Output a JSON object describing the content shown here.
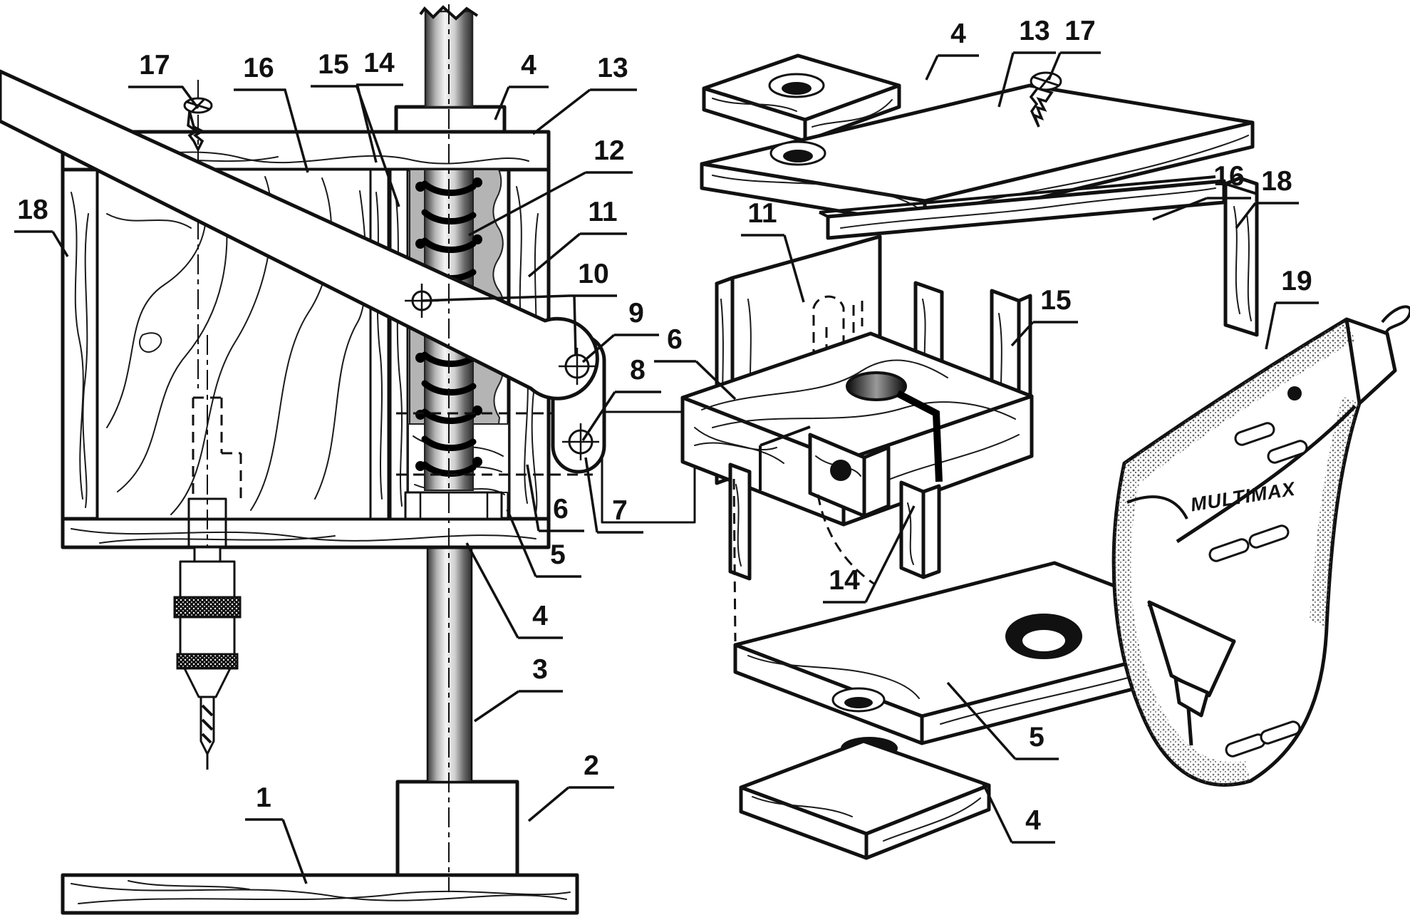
{
  "figure": {
    "type": "technical-diagram",
    "subject": "bench drill press stand, section view and exploded view"
  },
  "drill": {
    "brand": "MULTIMAX"
  },
  "callouts_left": [
    "17",
    "16",
    "15",
    "14",
    "4",
    "13",
    "12",
    "11",
    "10",
    "9",
    "8",
    "18",
    "6",
    "7",
    "5",
    "4",
    "3",
    "2",
    "1"
  ],
  "callouts_right": [
    "4",
    "13",
    "17",
    "16",
    "18",
    "19",
    "11",
    "15",
    "6",
    "14",
    "5",
    "4"
  ]
}
